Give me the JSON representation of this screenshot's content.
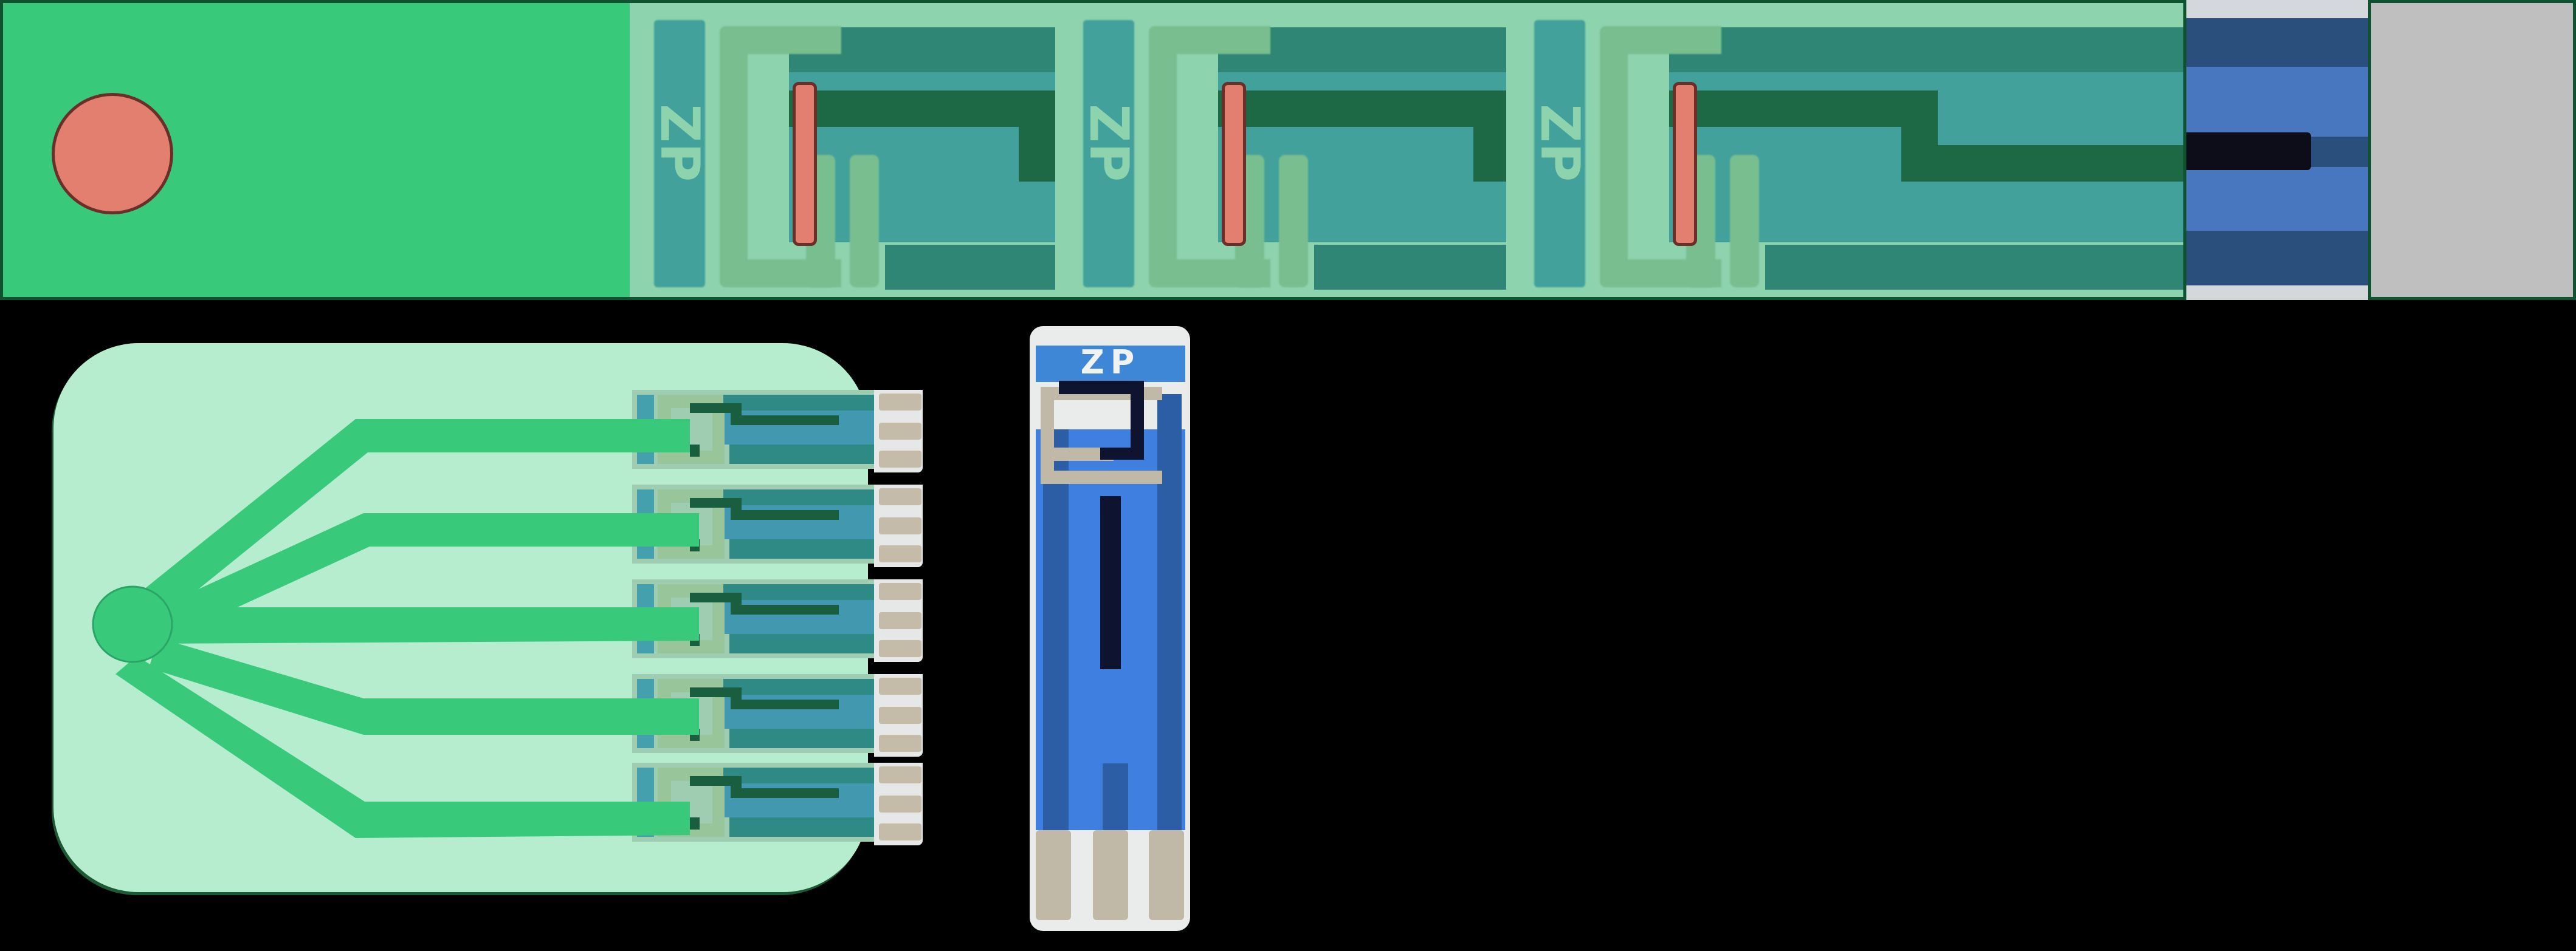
{
  "figure": {
    "type": "device-schematic",
    "background": "#000000"
  },
  "top_strip": {
    "inlet_zone": {
      "fill": "#39c97b",
      "outline": "#0e5230",
      "marker": "sample-inlet-circle",
      "marker_fill": "#e27f6e"
    },
    "overlay_fill": "#8cd3ae",
    "sensors": [
      {
        "id": 1,
        "printed_label": "ZP",
        "working_marker_fill": "#e27f6e"
      },
      {
        "id": 2,
        "printed_label": "ZP",
        "working_marker_fill": "#e27f6e"
      },
      {
        "id": 3,
        "printed_label": "ZP",
        "working_marker_fill": "#e27f6e"
      }
    ],
    "tip": {
      "fill": "#4877c0",
      "trace": "#0c0d18"
    },
    "end_cap": {
      "fill": "#bfbfbf"
    }
  },
  "multiplex_pad": {
    "fill": "#b6edcf",
    "channel_color": "#39c97b",
    "hub": "central-inlet",
    "branch_count": 5,
    "sensors": [
      {
        "id": 1
      },
      {
        "id": 2
      },
      {
        "id": 3
      },
      {
        "id": 4
      },
      {
        "id": 5
      }
    ],
    "contact_pins_per_sensor": 3
  },
  "reference_sensor": {
    "printed_label": "ZP",
    "label_band_color": "#3e86d6",
    "substrate": "#eaecec",
    "electrode_color": "#c1b9a7",
    "insulation_color": "#3f7fe0",
    "working_trace_color": "#0e1430",
    "contact_pins": 3
  }
}
